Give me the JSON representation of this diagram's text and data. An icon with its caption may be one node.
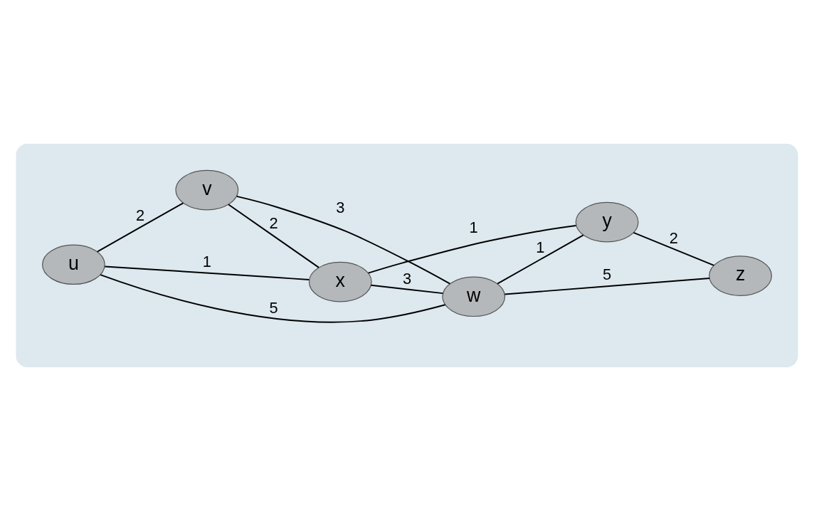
{
  "diagram": {
    "nodes": [
      {
        "text": [],
        "shape": "cloud"
      },
      {
        "text": [
          "u"
        ],
        "in": 0
      },
      {
        "text": [
          "v"
        ],
        "in": 0
      },
      {
        "text": [
          "w"
        ],
        "in": 0
      },
      {
        "text": [
          "x"
        ],
        "in": 0
      },
      {
        "text": [
          "y"
        ],
        "in": 0
      },
      {
        "text": [
          "z"
        ],
        "in": 0
      }
    ],
    "edges": [
      {
        "from": 1,
        "to": 3,
        "arrow": "none",
        "label": "5"
      },
      {
        "from": 1,
        "to": 2,
        "arrow": "none",
        "label": "2"
      },
      {
        "from": 1,
        "to": 4,
        "arrow": "none",
        "label": "1"
      },
      {
        "from": 2,
        "to": 3,
        "arrow": "none",
        "label": "3"
      },
      {
        "from": 2,
        "to": 4,
        "arrow": "none",
        "label": "2"
      },
      {
        "from": 4,
        "to": 3,
        "arrow": "none",
        "label": "3"
      },
      {
        "from": 3,
        "to": 5,
        "arrow": "none",
        "label": "1"
      },
      {
        "from": 3,
        "to": 6,
        "arrow": "none",
        "label": "5"
      },
      {
        "from": 4,
        "to": 5,
        "arrow": "none",
        "label": "1"
      },
      {
        "from": 5,
        "to": 6,
        "arrow": "none",
        "label": "2"
      }
    ]
  }
}
